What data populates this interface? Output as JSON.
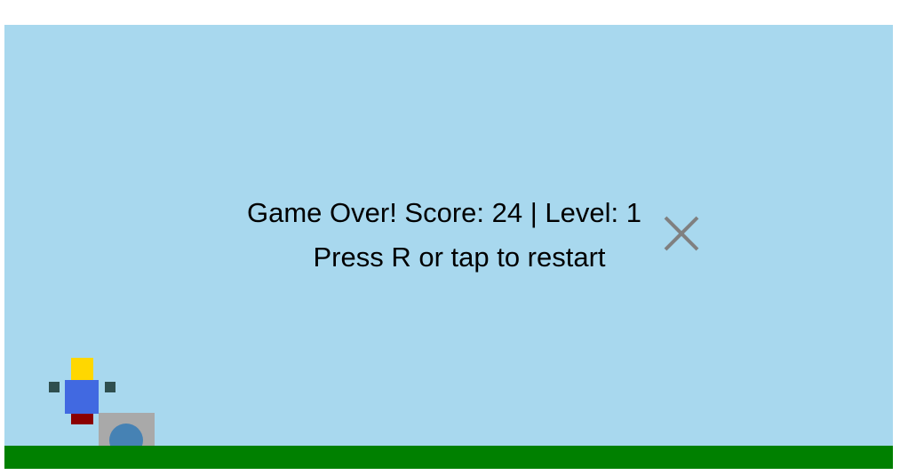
{
  "game": {
    "status_line": "Game Over! Score: 24 | Level: 1",
    "prompt_line": "Press R or tap to restart",
    "score": 24,
    "level": 1
  },
  "colors": {
    "sky": "#a8d8ee",
    "ground": "#008000",
    "text": "#000000",
    "player_head": "#ffd700",
    "player_body": "#4169e1",
    "player_legs": "#8b0000",
    "player_hands": "#2f4f4f",
    "obstacle_block": "#a9a9a9",
    "obstacle_orb": "#4682b4",
    "close_icon": "#808080"
  },
  "icons": {
    "close": "close-icon"
  }
}
